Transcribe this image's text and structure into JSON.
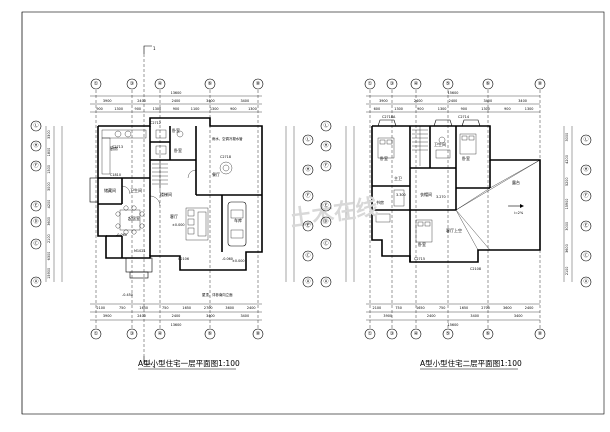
{
  "plan1": {
    "title": "A型小型住宅一层平面图1:100",
    "section_mark": "1",
    "axes_top": [
      "①",
      "③",
      "④",
      "⑥",
      "⑧"
    ],
    "axes_left": [
      "Ⓛ",
      "Ⓗ",
      "Ⓕ",
      "Ⓔ",
      "Ⓓ",
      "Ⓒ",
      "Ⓐ"
    ],
    "axes_right": [
      "Ⓛ",
      "Ⓗ",
      "Ⓕ",
      "Ⓔ",
      "Ⓒ",
      "Ⓐ"
    ],
    "dim_top_total": "13600",
    "dim_top_row1": [
      "3900",
      "2400",
      "2400",
      "3400",
      "3400"
    ],
    "dim_top_row2": [
      "900",
      "1300",
      "900",
      "1300",
      "900",
      "1100",
      "1300",
      "900",
      "1300"
    ],
    "dim_bottom_row1": [
      "2100",
      "750",
      "1650",
      "750",
      "1650",
      "2700",
      "3600",
      "2400"
    ],
    "dim_bottom_row2": [
      "3900",
      "2400",
      "2400",
      "3400",
      "3400"
    ],
    "dim_bottom_total": "13600",
    "rooms": [
      "厨房",
      "卧室",
      "卧室",
      "储藏间",
      "客厅",
      "车库",
      "餐厅",
      "卫生间",
      "起居室",
      "楼梯间"
    ],
    "notes": [
      "雨水、空调冷凝水管",
      "C2713",
      "C2712",
      "C2718",
      "C1810",
      "±0.000",
      "-0.060",
      "-0.450",
      "-0.060",
      "±0.000",
      "M1021",
      "C2106",
      "屋顶，详参南向立面"
    ],
    "dims_side": [
      "3300",
      "1800",
      "1500",
      "3000",
      "4200",
      "3600",
      "2100",
      "6300",
      "15900"
    ]
  },
  "plan2": {
    "title": "A型小型住宅二层平面图1:100",
    "axes_top": [
      "①",
      "③",
      "④",
      "⑤",
      "⑥",
      "⑧"
    ],
    "axes_left": [
      "Ⓛ",
      "Ⓗ",
      "Ⓕ",
      "Ⓔ",
      "Ⓓ",
      "Ⓒ",
      "Ⓐ"
    ],
    "axes_right": [
      "Ⓛ",
      "Ⓗ",
      "Ⓕ",
      "Ⓔ",
      "Ⓒ",
      "Ⓐ"
    ],
    "dim_top_total": "15600",
    "dim_top_row1": [
      "3900",
      "2400",
      "2400",
      "3400",
      "3400"
    ],
    "dim_top_row2": [
      "600",
      "1300",
      "900",
      "1300",
      "900",
      "1300",
      "900",
      "1300"
    ],
    "dim_bottom_row1": [
      "2100",
      "750",
      "1650",
      "750",
      "1650",
      "2700",
      "3600",
      "2400"
    ],
    "dim_bottom_row2": [
      "3900",
      "2400",
      "3400",
      "3400"
    ],
    "dim_bottom_total": "15600",
    "rooms": [
      "卧室",
      "卧室",
      "卧室",
      "露台",
      "卫生间",
      "客厅上空",
      "书房",
      "主卫",
      "衣帽间"
    ],
    "notes": [
      "C2718A",
      "C2714",
      "C2715",
      "C2108",
      "3.300",
      "3.270",
      "i=2%"
    ],
    "dims_side": [
      "3000",
      "4200",
      "5200",
      "15900",
      "3000",
      "3600",
      "2100"
    ]
  },
  "watermark": "土木在线"
}
